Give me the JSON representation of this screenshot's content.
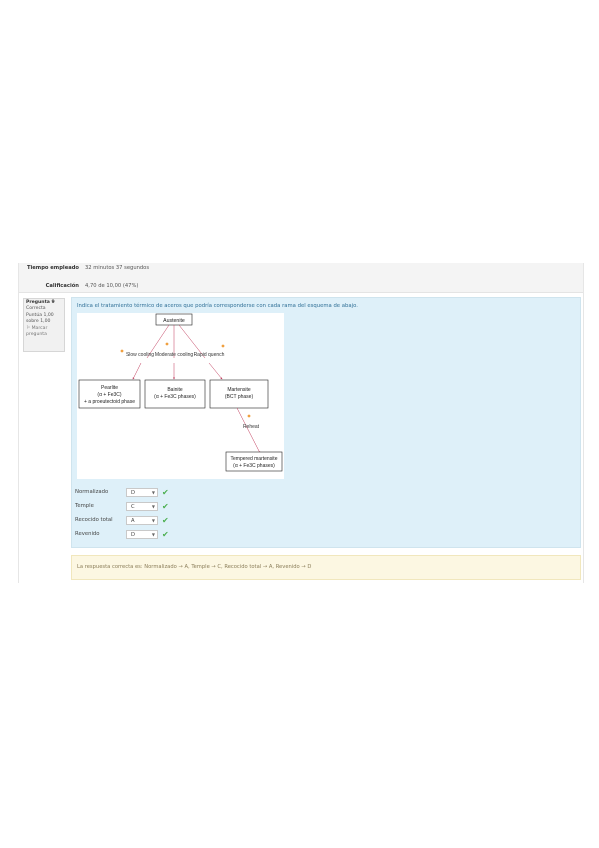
{
  "summary": {
    "time_label": "Tiempo empleado",
    "time_value": "32 minutos 37 segundos",
    "grade_label": "Calificación",
    "grade_value": "4,70 de 10,00 (47%)"
  },
  "question_info": {
    "number_label": "Pregunta 9",
    "state": "Correcta",
    "mark": "Puntúa 1,00 sobre 1,00",
    "flag_label": "Marcar pregunta"
  },
  "question": {
    "text": "Indica el tratamiento térmico de aceros que podría corresponderse con cada rama del esquema de abajo.",
    "diagram": {
      "top": "Austenite",
      "branches": [
        "Slow cooling",
        "Moderate cooling",
        "Rapid quench"
      ],
      "results": [
        [
          "Pearlite",
          "(α + Fe3C)",
          "+ a proeutectoid phase"
        ],
        [
          "Bainite",
          "(α + Fe3C phases)"
        ],
        [
          "Martensite",
          "(BCT phase)"
        ]
      ],
      "reheat": "Reheat",
      "final": [
        "Tempered martensite",
        "(α + Fe3C phases)"
      ]
    },
    "answers": [
      {
        "label": "Normalizado",
        "value": "D"
      },
      {
        "label": "Temple",
        "value": "C"
      },
      {
        "label": "Recocido total",
        "value": "A"
      },
      {
        "label": "Revenido",
        "value": "D"
      }
    ]
  },
  "feedback": {
    "text": "La respuesta correcta es: Normalizado → A, Temple → C, Recocido total → A, Revenido → D"
  },
  "colors": {
    "question_bg": "#def0f9",
    "feedback_bg": "#fcf7e2",
    "correct": "#4caf50",
    "arrow": "#c0395a"
  }
}
